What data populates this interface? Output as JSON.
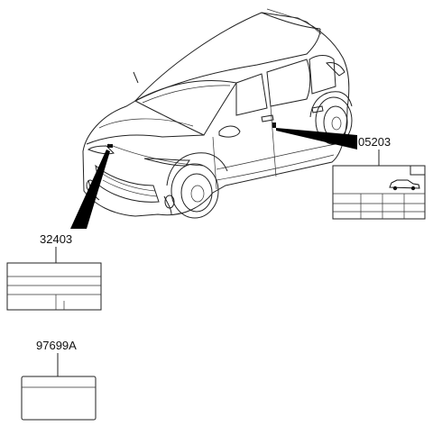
{
  "parts": [
    {
      "id": "05203",
      "label": "05203"
    },
    {
      "id": "32403",
      "label": "32403"
    },
    {
      "id": "97699A",
      "label": "97699A"
    }
  ]
}
